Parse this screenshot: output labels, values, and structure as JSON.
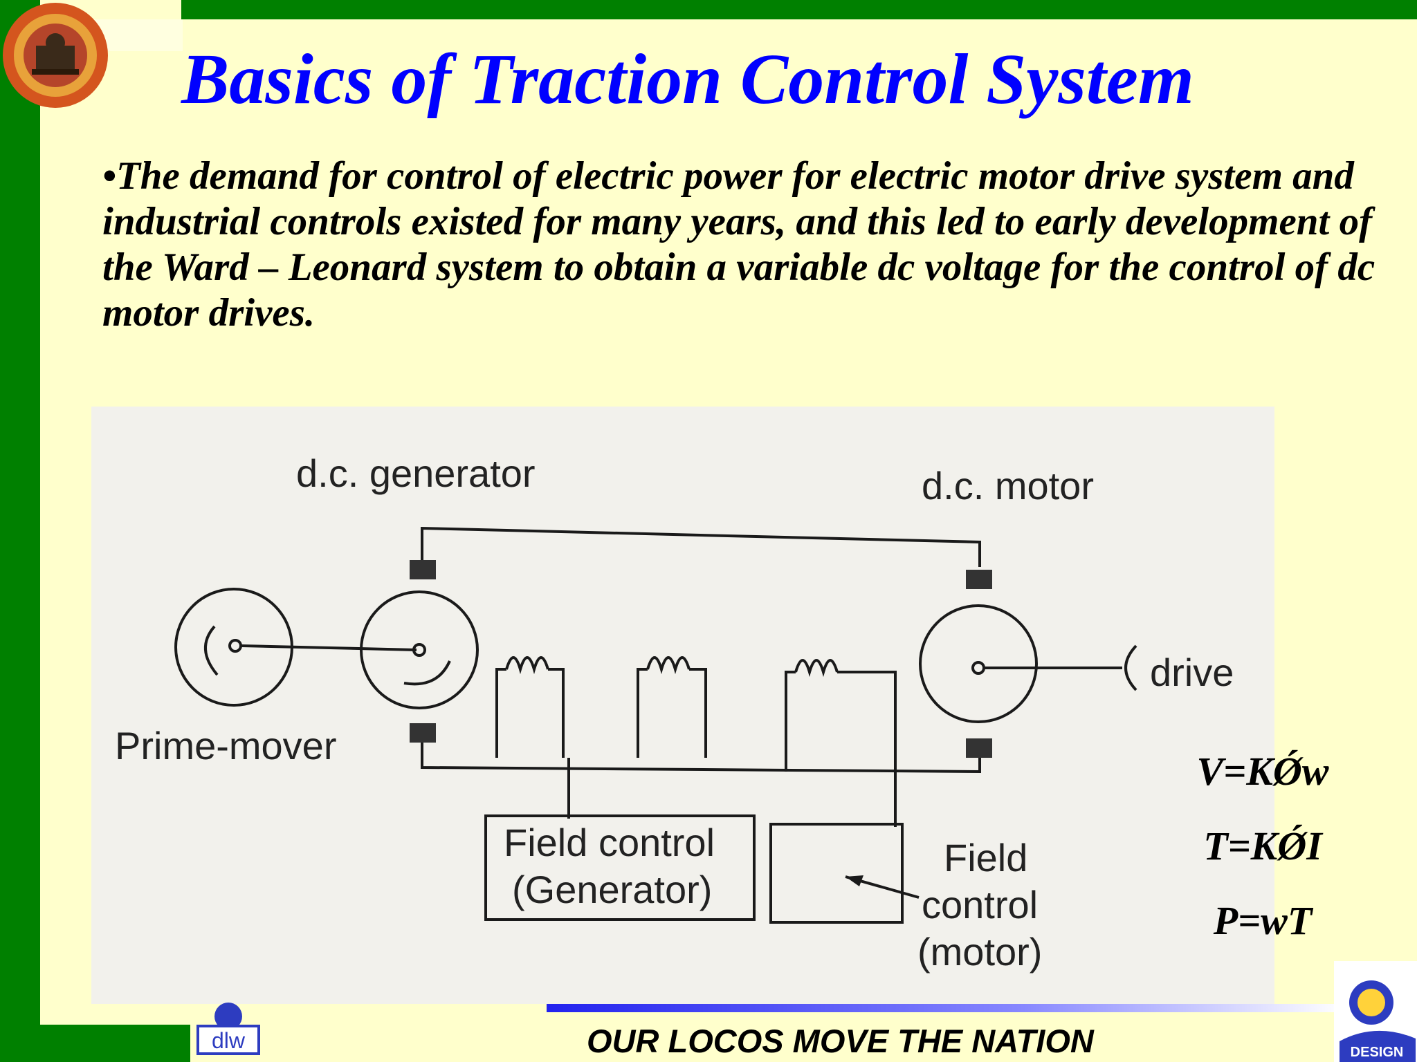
{
  "slide": {
    "title": "Basics of Traction Control System",
    "bullet": "•The demand for control of electric power for electric motor drive system and industrial controls existed for many years, and this led to early development of the Ward – Leonard system to obtain a variable dc voltage for the control of  dc motor drives.",
    "footer": "OUR LOCOS MOVE THE NATION"
  },
  "diagram": {
    "labels": {
      "dc_generator": "d.c. generator",
      "dc_motor": "d.c. motor",
      "prime_mover": "Prime-mover",
      "drive": "drive",
      "field_control_gen_1": "Field control",
      "field_control_gen_2": "(Generator)",
      "field_control_motor_1": "Field",
      "field_control_motor_2": "control",
      "field_control_motor_3": "(motor)"
    }
  },
  "formulas": [
    "V=KǾw",
    "T=KǾI",
    "P=wT"
  ],
  "logos": {
    "dlw_text": "dlw",
    "design_text": "DESIGN"
  },
  "colors": {
    "background": "#ffffcc",
    "green": "#008000",
    "title": "#0000ff"
  }
}
